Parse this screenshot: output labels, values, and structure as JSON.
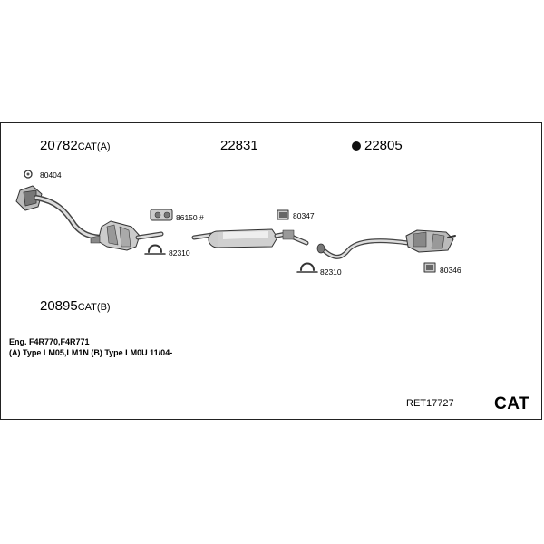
{
  "parts": {
    "cat_a": {
      "number": "20782",
      "suffix": "CAT(A)"
    },
    "cat_b": {
      "number": "20895",
      "suffix": "CAT(B)"
    },
    "middle": {
      "number": "22831"
    },
    "rear": {
      "number": "22805"
    }
  },
  "small_parts": {
    "p80404": "80404",
    "p86150": "86150 #",
    "p82310_a": "82310",
    "p80347": "80347",
    "p82310_b": "82310",
    "p80346": "80346"
  },
  "description": {
    "line1": "Eng. F4R770,F4R771",
    "line2": "(A) Type LM05,LM1N (B) Type LM0U 11/04-"
  },
  "footer": {
    "ref": "RET17727",
    "type": "CAT"
  }
}
